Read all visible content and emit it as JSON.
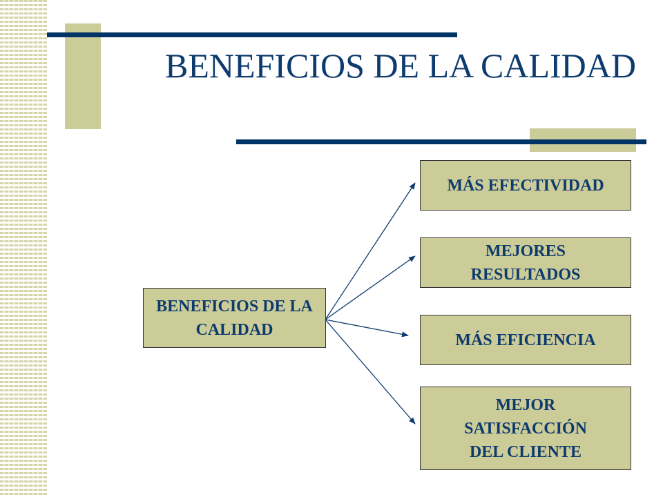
{
  "slide": {
    "title": "BENEFICIOS DE LA CALIDAD"
  },
  "diagram": {
    "source": {
      "label": "BENEFICIOS DE LA CALIDAD"
    },
    "targets": [
      {
        "label": "MÁS EFECTIVIDAD"
      },
      {
        "label": "MEJORES RESULTADOS"
      },
      {
        "label": "MÁS EFICIENCIA"
      },
      {
        "label": "MEJOR SATISFACCIÓN DEL CLIENTE"
      }
    ]
  },
  "colors": {
    "box_fill": "#cccc99",
    "text_navy": "#0d3b6e",
    "bar_navy": "#003366",
    "stripe": "#d4d4a8"
  }
}
